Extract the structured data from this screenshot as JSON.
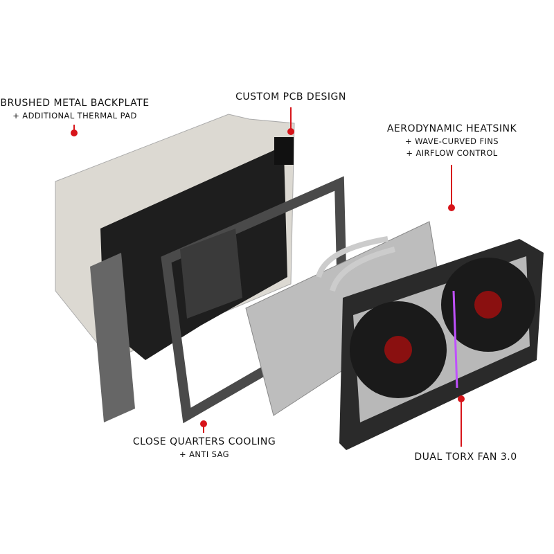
{
  "callouts": {
    "backplate": {
      "title": "BRUSHED METAL BACKPLATE",
      "sub": [
        "+ ADDITIONAL THERMAL PAD"
      ]
    },
    "pcb": {
      "title": "CUSTOM PCB DESIGN",
      "sub": []
    },
    "heatsink": {
      "title": "AERODYNAMIC HEATSINK",
      "sub": [
        "+ WAVE-CURVED FINS",
        "+ AIRFLOW CONTROL"
      ]
    },
    "cooling": {
      "title": "CLOSE QUARTERS COOLING",
      "sub": [
        "+ ANTI SAG"
      ]
    },
    "fan": {
      "title": "DUAL TORX FAN 3.0",
      "sub": []
    }
  },
  "colors": {
    "accent": "#d7141a",
    "backplate": "#d9d6cf",
    "pcb": "#1c1c1c",
    "frame": "#4a4a4a",
    "heatsink": "#b9b9b9",
    "shroud": "#2a2a2a"
  }
}
